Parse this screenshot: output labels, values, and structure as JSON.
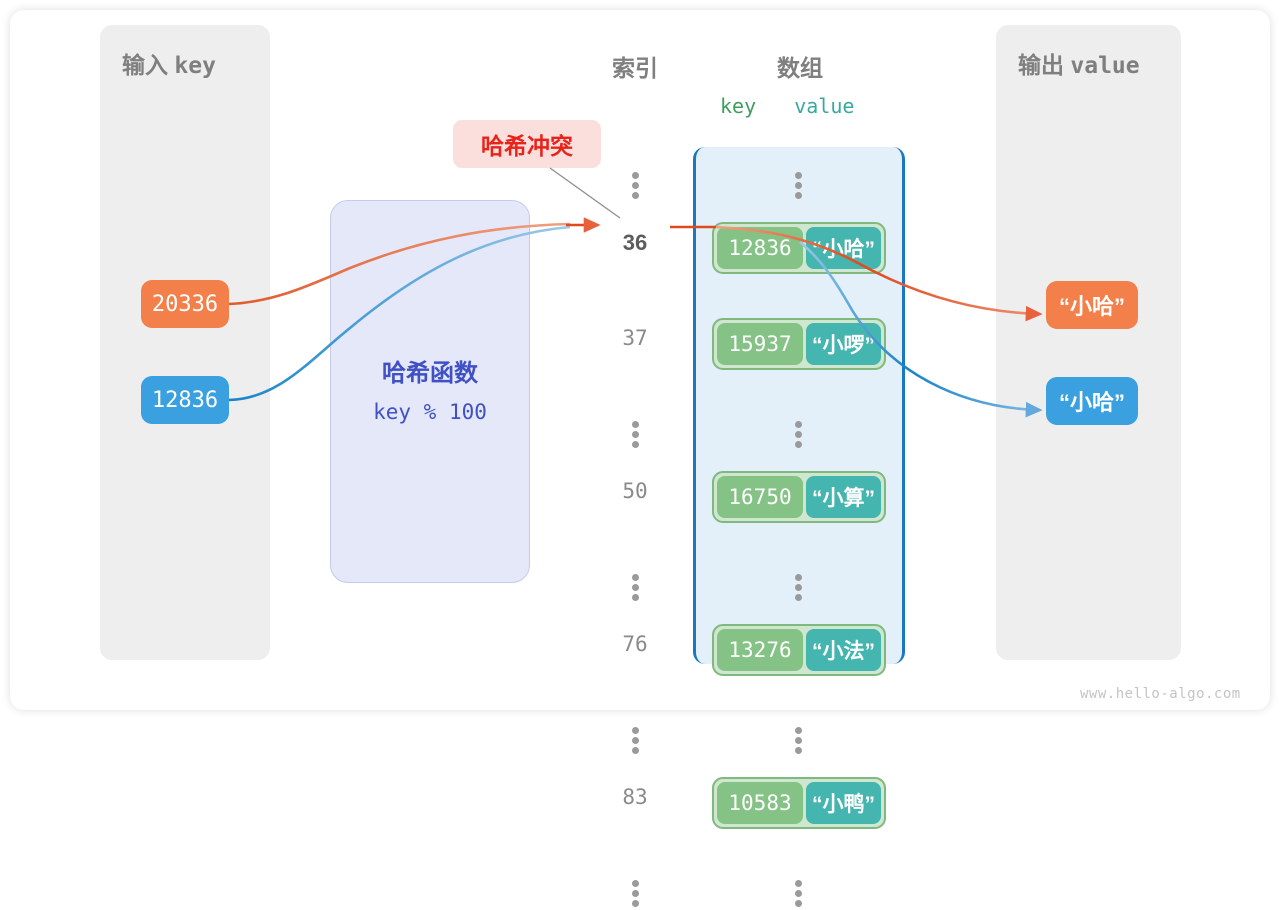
{
  "panels": {
    "input": {
      "title_cn": "输入",
      "title_mono": "key"
    },
    "output": {
      "title_cn": "输出",
      "title_mono": "value"
    }
  },
  "columns": {
    "index_header": "索引",
    "array_header": "数组",
    "key_header": "key",
    "value_header": "value"
  },
  "hash_function": {
    "title": "哈希函数",
    "formula": "key % 100"
  },
  "annotation": {
    "collision_label": "哈希冲突"
  },
  "inputs": [
    {
      "value": "20336",
      "color": "#f3804a"
    },
    {
      "value": "12836",
      "color": "#3aa0e0"
    }
  ],
  "outputs": [
    {
      "value": "“小哈”",
      "color": "#f3804a"
    },
    {
      "value": "“小哈”",
      "color": "#3aa0e0"
    }
  ],
  "rows": [
    {
      "type": "dots"
    },
    {
      "type": "entry",
      "index": "36",
      "highlight": true,
      "key": "12836",
      "value": "“小哈”"
    },
    {
      "type": "entry",
      "index": "37",
      "highlight": false,
      "key": "15937",
      "value": "“小啰”"
    },
    {
      "type": "dots"
    },
    {
      "type": "entry",
      "index": "50",
      "highlight": false,
      "key": "16750",
      "value": "“小算”"
    },
    {
      "type": "dots"
    },
    {
      "type": "entry",
      "index": "76",
      "highlight": false,
      "key": "13276",
      "value": "“小法”"
    },
    {
      "type": "dots"
    },
    {
      "type": "entry",
      "index": "83",
      "highlight": false,
      "key": "10583",
      "value": "“小鸭”"
    },
    {
      "type": "dots"
    }
  ],
  "watermark": "www.hello-algo.com",
  "colors": {
    "panel_bg": "#eeeeee",
    "array_bg": "#e3f0fa",
    "array_border": "#1978bf",
    "key_cell": "#85c285",
    "value_cell": "#45b5b0",
    "hash_bg": "#e4e8f8",
    "hash_text": "#3f51c4",
    "collision_bg": "#fbdfdd",
    "collision_text": "#e8241a"
  }
}
